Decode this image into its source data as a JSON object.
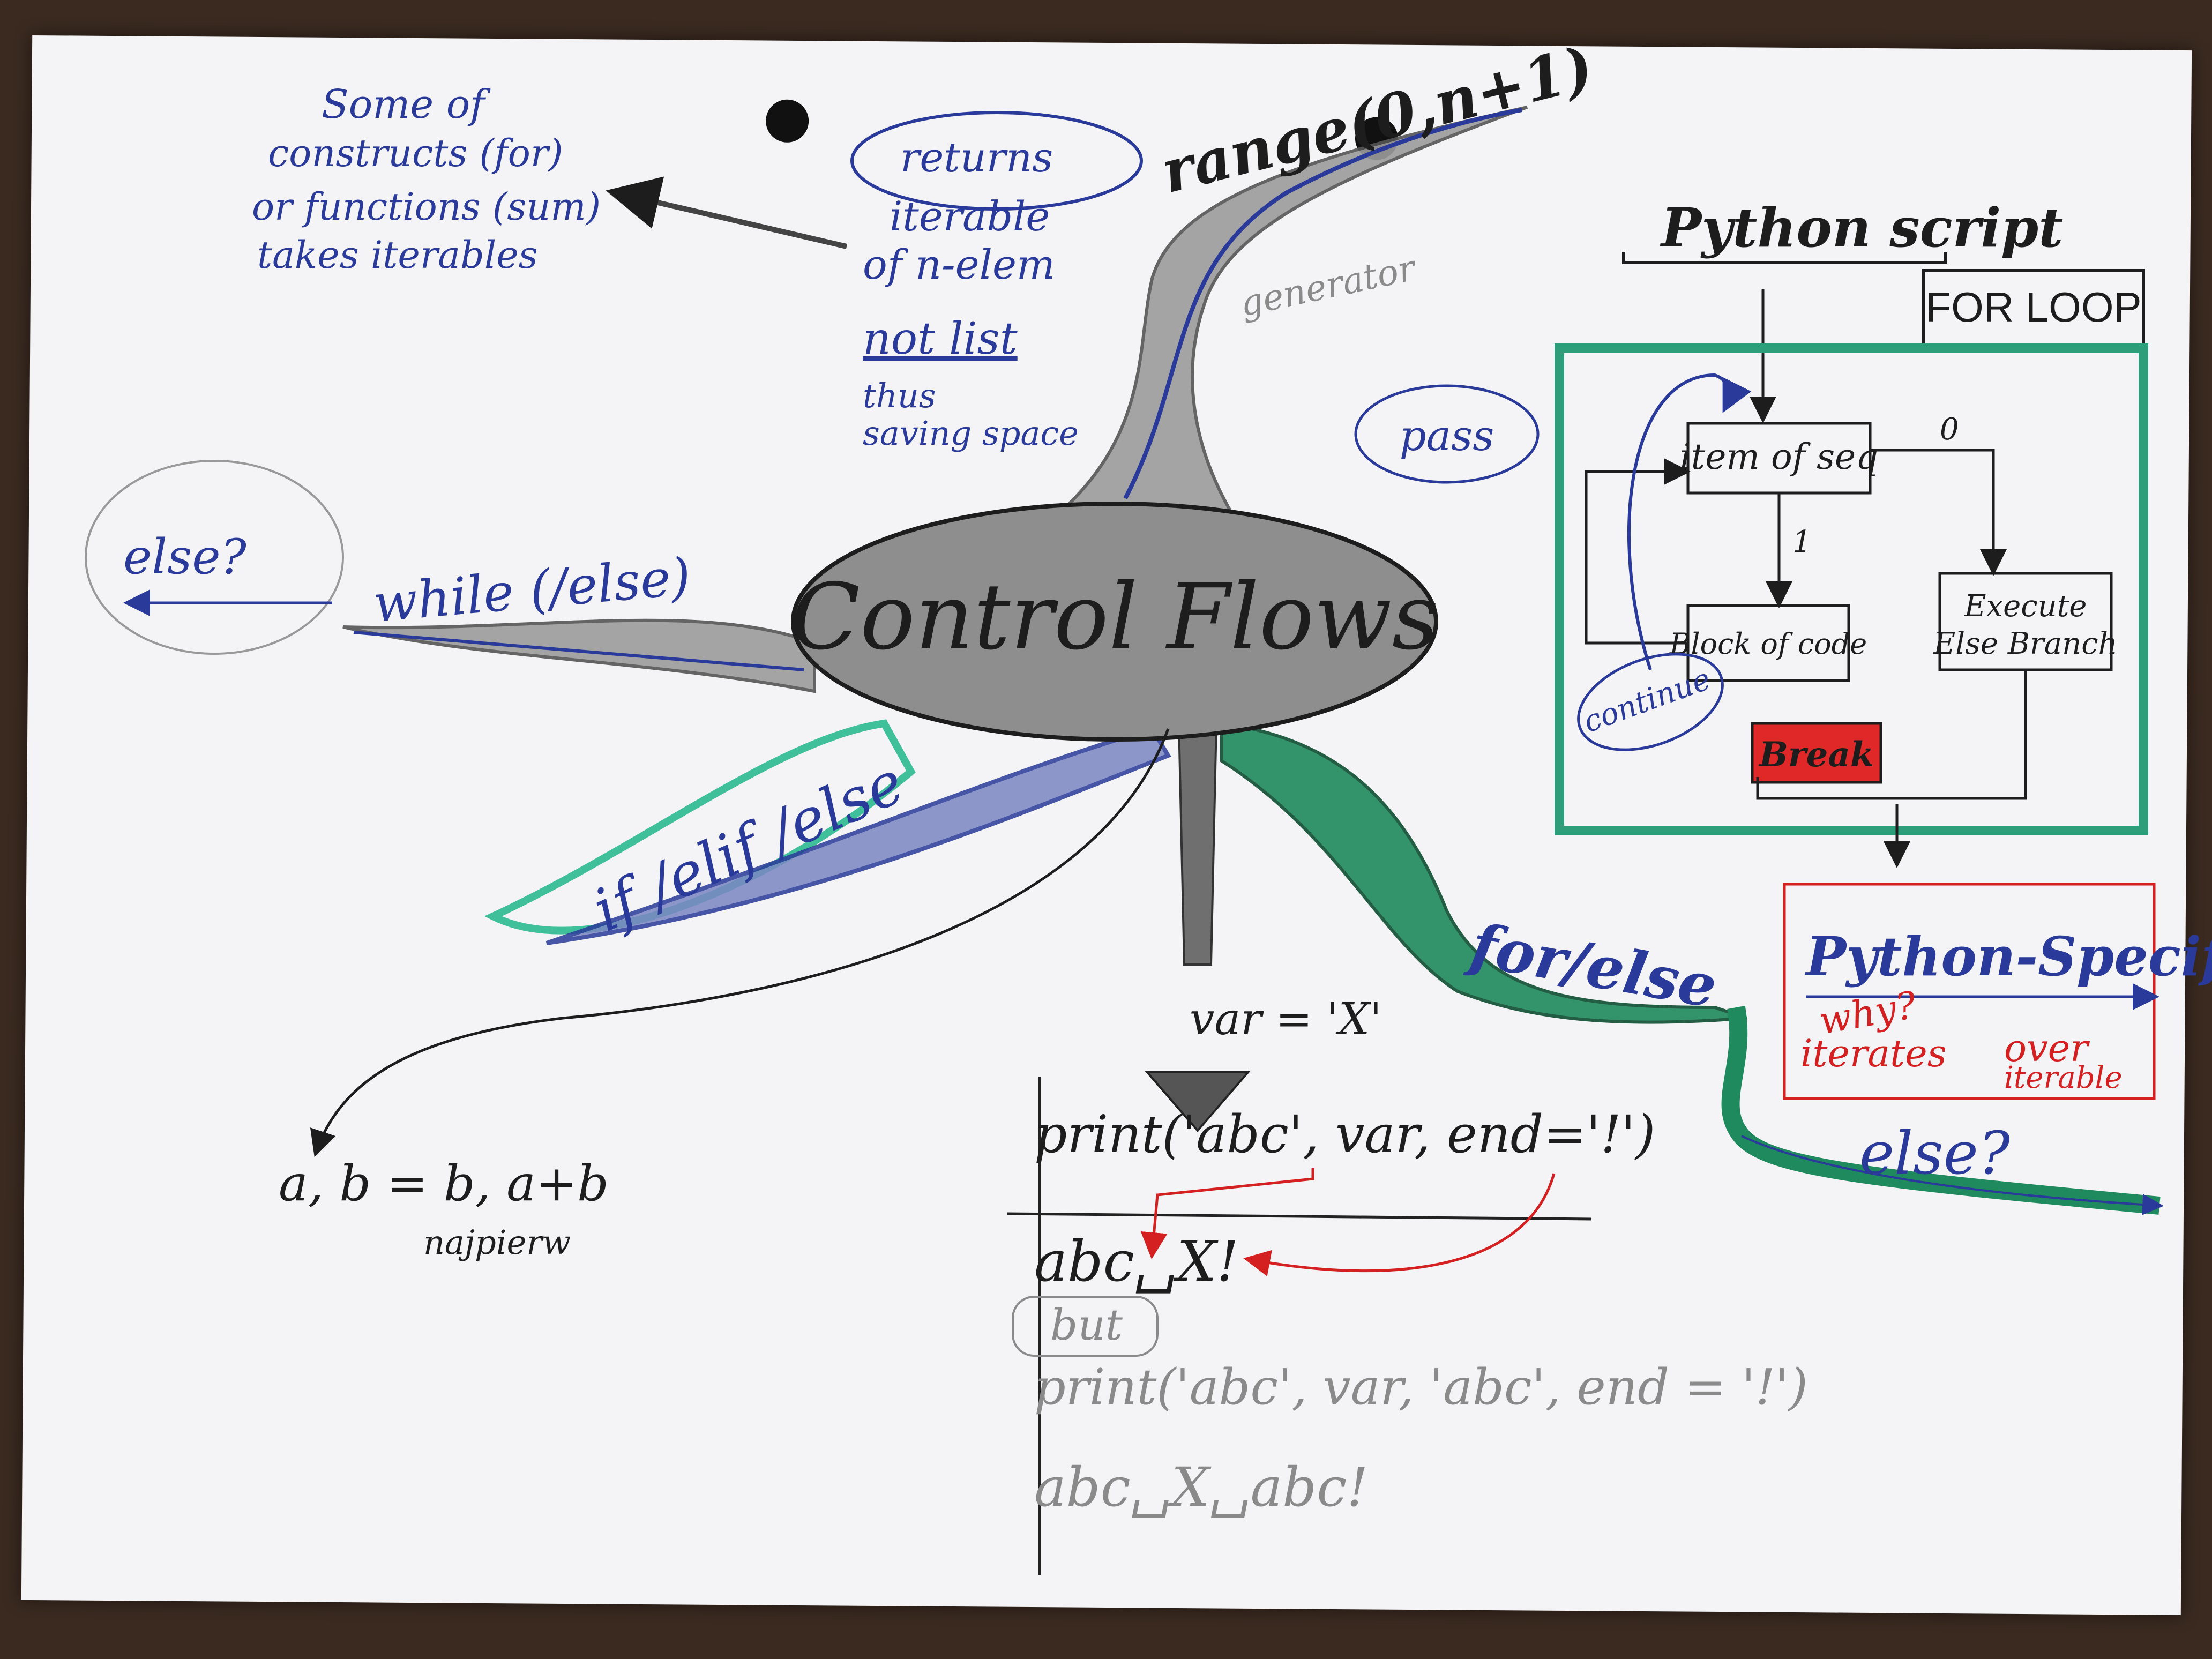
{
  "center": {
    "title": "Control Flows"
  },
  "branches": {
    "range": {
      "label": "range(0,n+1)",
      "notes": [
        "returns",
        "iterable",
        "of n-elem",
        "not list",
        "thus",
        "saving space"
      ],
      "generator_label": "generator"
    },
    "iterables_note": [
      "Some of",
      "constructs (for)",
      "or functions (sum)",
      "takes iterables"
    ],
    "while": {
      "label": "while (/else)",
      "else_label": "else?"
    },
    "if": {
      "label": "if /elif /else"
    },
    "for": {
      "label": "for/else",
      "else_label": "else?"
    },
    "pass": {
      "label": "pass"
    },
    "swap": {
      "code": "a, b = b, a+b",
      "note": "najpierw"
    },
    "print_example": {
      "assign": "var = 'X'",
      "code": "print('abc', var, end='!')",
      "output": "abc␣X!",
      "but_label": "but",
      "code2": "print('abc', var, 'abc', end = '!')",
      "output2": "abc␣X␣abc!"
    }
  },
  "for_loop_diagram": {
    "heading": "Python script",
    "title": "FOR LOOP",
    "nodes": {
      "iter": "item of seq",
      "block": "Block of code",
      "else": [
        "Execute",
        "Else Branch"
      ],
      "continue": "continue",
      "break": "Break"
    },
    "edge_labels": {
      "zero": "0",
      "one": "1"
    }
  },
  "python_specific": {
    "title": "Python-Specific",
    "question": "why?",
    "note_parts": [
      "iterates",
      "over",
      "iterable"
    ]
  },
  "colors": {
    "pencil_gray": "#8c8c8c",
    "ink_blue": "#2a3a9a",
    "marker_green": "#1f8a5e",
    "teal": "#3fbf9a",
    "red": "#d42020",
    "paper": "#f4f4f6"
  }
}
